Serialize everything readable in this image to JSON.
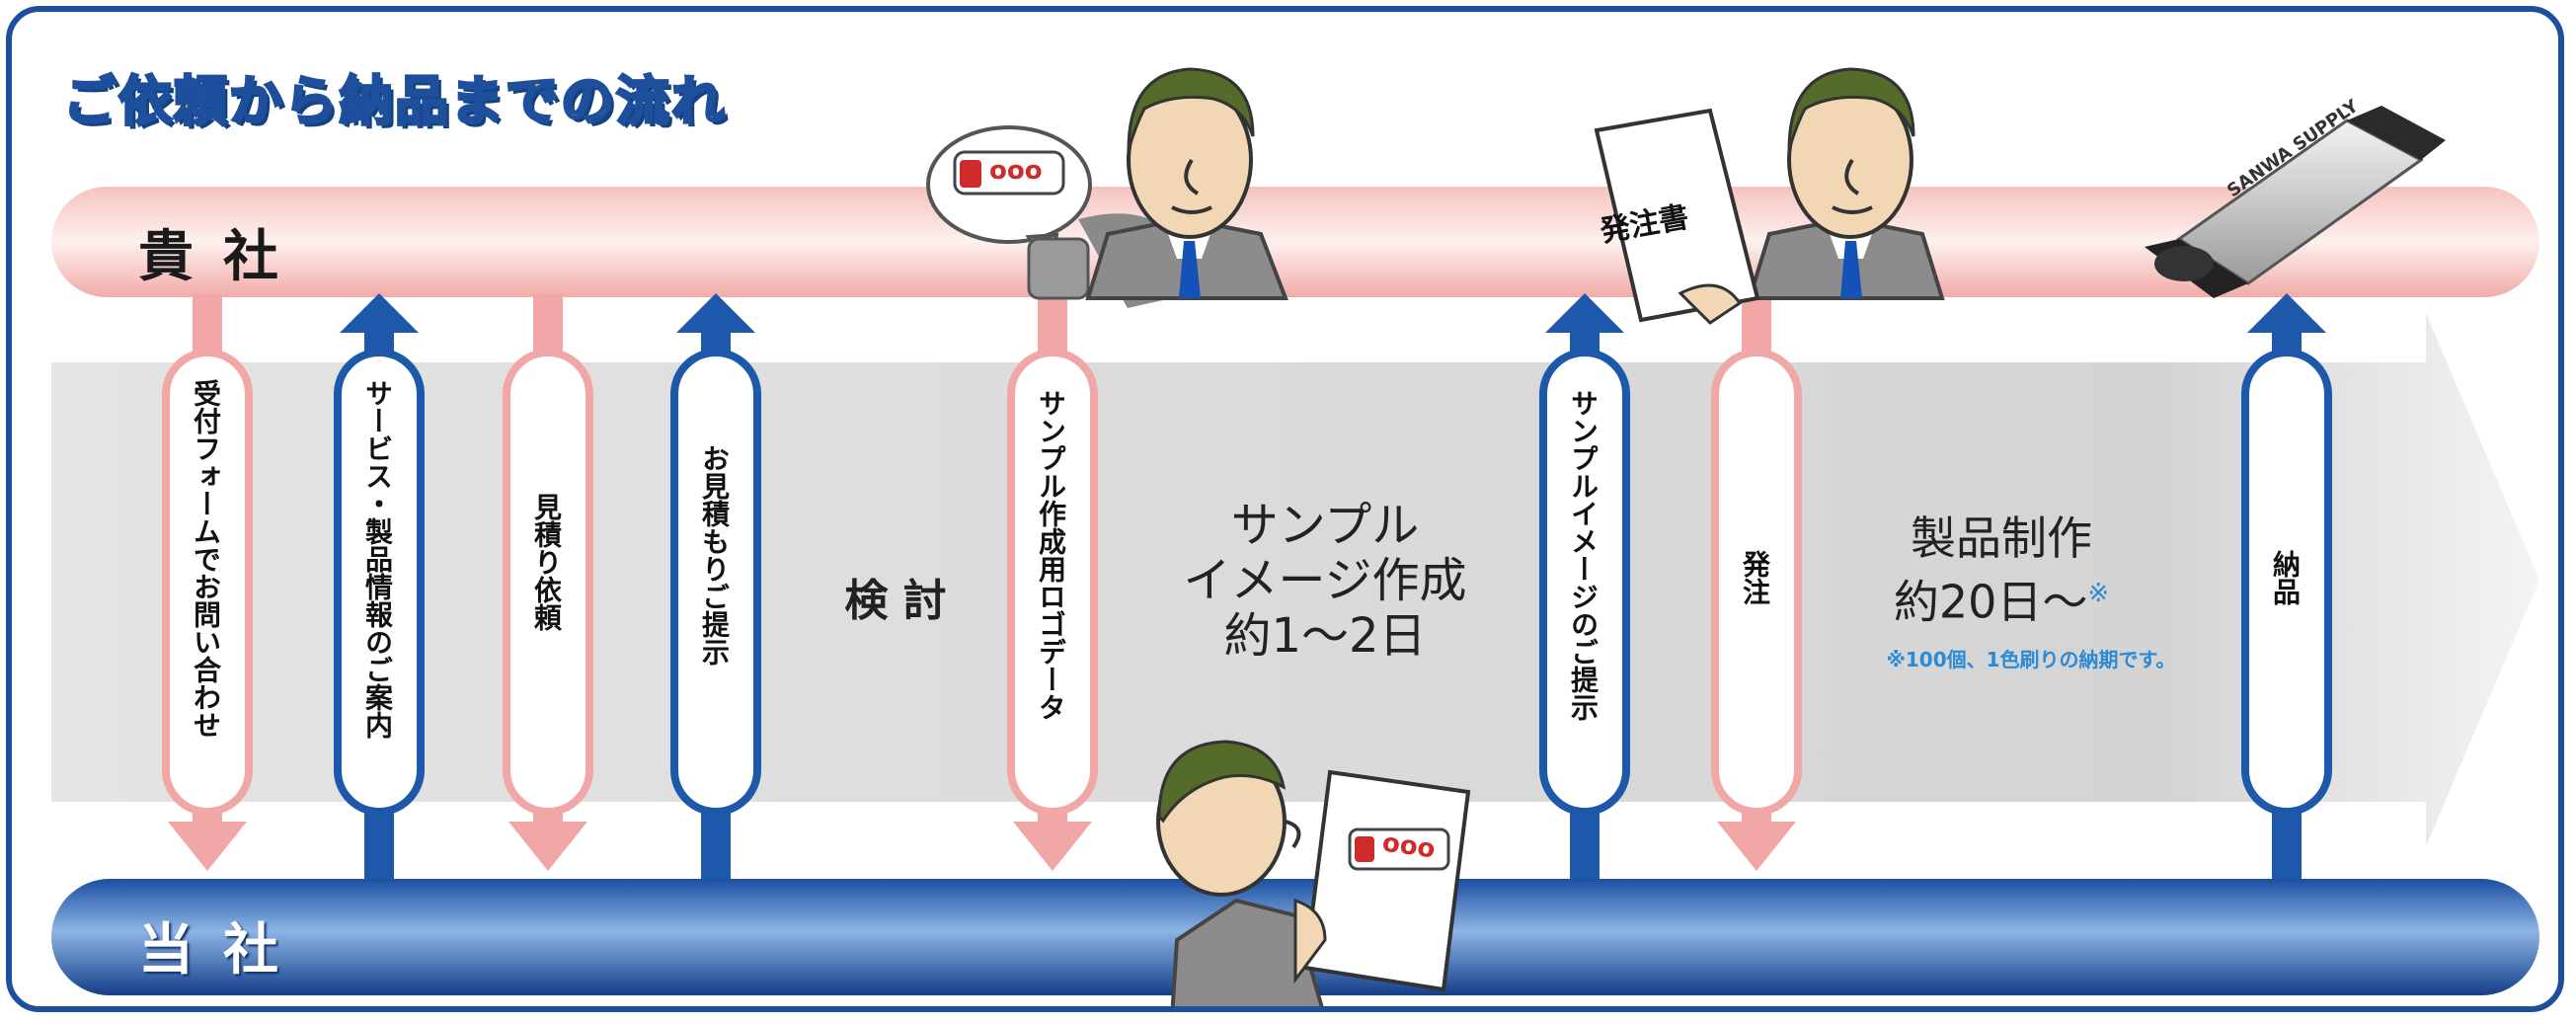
{
  "title": {
    "text": "ご依頼から納品までの流れ",
    "fill": "#ffe400",
    "stroke": "#1d4f9c"
  },
  "bands": {
    "client": {
      "label": "貴社",
      "color": "#f3b6b2"
    },
    "company": {
      "label": "当社",
      "color": "#1d58aa"
    }
  },
  "steps": [
    {
      "label": "受付フォームでお問い合わせ",
      "direction": "down"
    },
    {
      "label": "サービス・製品情報のご案内",
      "direction": "up"
    },
    {
      "label": "見積り依頼",
      "direction": "down"
    },
    {
      "label": "お見積もりご提示",
      "direction": "up"
    },
    {
      "label": "サンプル作成用ロゴデータ",
      "direction": "down"
    },
    {
      "label": "サンプルイメージのご提示",
      "direction": "up"
    },
    {
      "label": "発注",
      "direction": "down"
    },
    {
      "label": "納品",
      "direction": "up"
    }
  ],
  "phases": {
    "review": "検 討",
    "sample_line1": "サンプル",
    "sample_line2": "イメージ作成",
    "sample_line3": "約1〜2日",
    "production_line1": "製品制作",
    "production_line2": "約20日〜",
    "production_mark": "※",
    "production_note": "※100個、1色刷りの納期です。"
  },
  "illustrations": {
    "phone_card_text": "ooo",
    "order_doc_text": "発注書",
    "review_doc_text": "ooo",
    "usb_brand": "SANWA SUPPLY"
  },
  "colors": {
    "frame": "#1d4f9c",
    "down_arrow": "#f0a7a5",
    "up_arrow": "#1d58aa",
    "flow_arrow": "#d8d8d8",
    "note": "#2a8ad6"
  }
}
